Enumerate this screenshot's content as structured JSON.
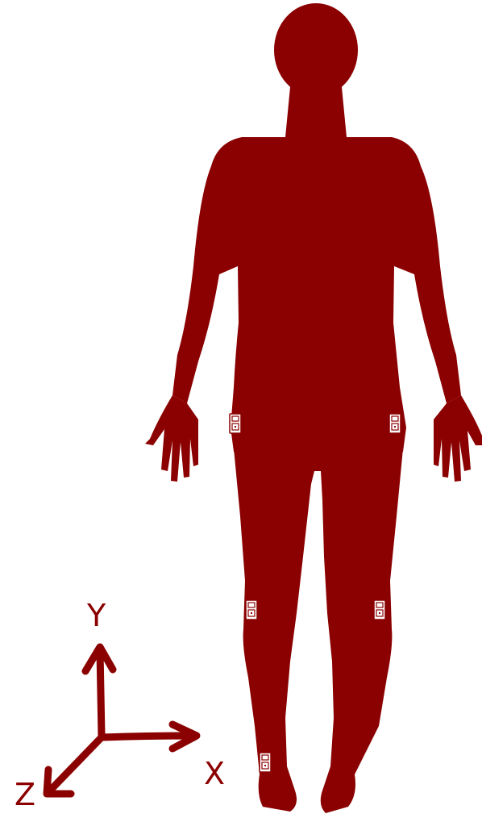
{
  "colors": {
    "body": "#8b0000",
    "sensor_fill": "#ffffff",
    "sensor_stroke": "#8b0000"
  },
  "figure": {
    "subject": "human-silhouette-front-view",
    "sensor_count": 5,
    "sensors": [
      {
        "placement": "right-hip"
      },
      {
        "placement": "left-hip"
      },
      {
        "placement": "right-knee"
      },
      {
        "placement": "left-knee"
      },
      {
        "placement": "right-ankle"
      }
    ]
  },
  "axes": {
    "x_label": "X",
    "y_label": "Y",
    "z_label": "Z"
  }
}
